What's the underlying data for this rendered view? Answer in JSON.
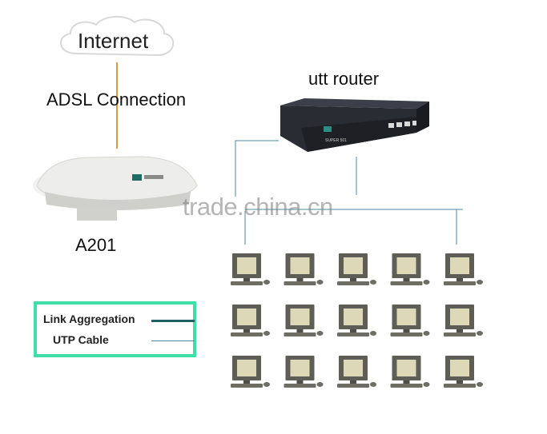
{
  "labels": {
    "internet": "Internet",
    "adsl_connection": "ADSL Connection",
    "router": "utt router",
    "modem": "A201",
    "watermark": "trade.china.cn"
  },
  "router_device": {
    "model_text": "SUPER 501"
  },
  "legend": {
    "link_aggregation": "Link Aggregation",
    "utp_cable": "UTP Cable"
  },
  "computers": {
    "rows": 3,
    "columns": 5
  },
  "colors": {
    "legend_border": "#3fe0a8",
    "adsl_line": "#e39a3a",
    "cable_line": "#4d8aa0",
    "aggregation_line": "#1d5f63"
  }
}
